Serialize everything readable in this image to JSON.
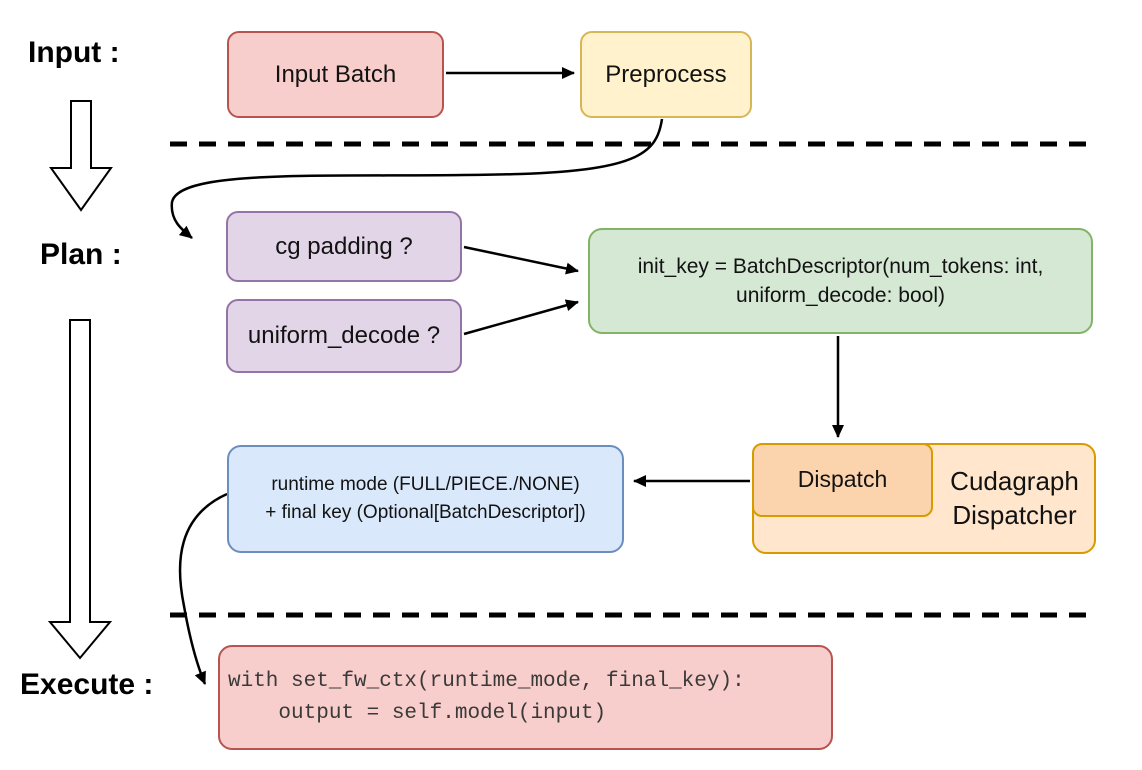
{
  "stages": {
    "input_label": "Input :",
    "plan_label": "Plan :",
    "execute_label": "Execute :"
  },
  "nodes": {
    "input_batch": {
      "label": "Input Batch",
      "fill": "#f8cecc",
      "border": "#b85450"
    },
    "preprocess": {
      "label": "Preprocess",
      "fill": "#fff2cc",
      "border": "#d6b656"
    },
    "cg_padding": {
      "label": "cg padding ?",
      "fill": "#e1d5e7",
      "border": "#9673a6"
    },
    "uniform_decode": {
      "label": "uniform_decode ?",
      "fill": "#e1d5e7",
      "border": "#9673a6"
    },
    "init_key": {
      "line1": "init_key = BatchDescriptor(num_tokens: int,",
      "line2": "uniform_decode: bool)",
      "fill": "#d5e8d4",
      "border": "#82b366"
    },
    "dispatch": {
      "label": "Dispatch",
      "fill": "#fbd4ae",
      "border": "#d79b00"
    },
    "cudagraph_dispatcher": {
      "line1": "Cudagraph",
      "line2": "Dispatcher",
      "fill": "#ffe6cc",
      "border": "#d79b00"
    },
    "runtime_mode": {
      "line1": "runtime mode (FULL/PIECE./NONE)",
      "line2": "+ final key (Optional[BatchDescriptor])",
      "fill": "#dae8fc",
      "border": "#6c8ebf"
    },
    "execute_code": {
      "line1": "with set_fw_ctx(runtime_mode, final_key):",
      "line2": "    output = self.model(input)",
      "fill": "#f8cecc",
      "border": "#b85450"
    }
  },
  "connector_color": "#000000"
}
